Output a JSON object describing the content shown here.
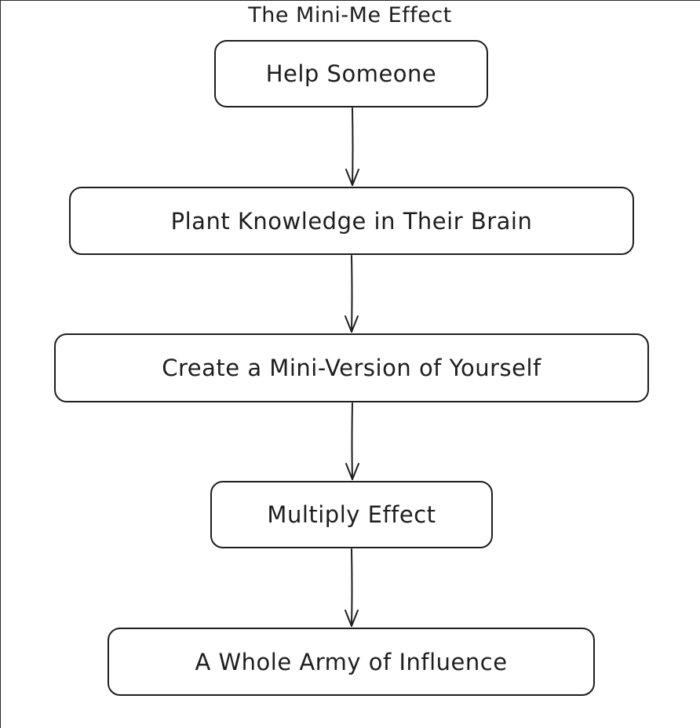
{
  "title": "The Mini-Me Effect",
  "nodes": [
    {
      "label": "Help Someone"
    },
    {
      "label": "Plant Knowledge in Their Brain"
    },
    {
      "label": "Create a Mini-Version of Yourself"
    },
    {
      "label": "Multiply Effect"
    },
    {
      "label": "A Whole Army of Influence"
    }
  ],
  "edges": [
    {
      "from": "Help Someone",
      "to": "Plant Knowledge in Their Brain"
    },
    {
      "from": "Plant Knowledge in Their Brain",
      "to": "Create a Mini-Version of Yourself"
    },
    {
      "from": "Create a Mini-Version of Yourself",
      "to": "Multiply Effect"
    },
    {
      "from": "Multiply Effect",
      "to": "A Whole Army of Influence"
    }
  ],
  "colors": {
    "stroke": "#1e1e1e",
    "background": "#ffffff"
  }
}
